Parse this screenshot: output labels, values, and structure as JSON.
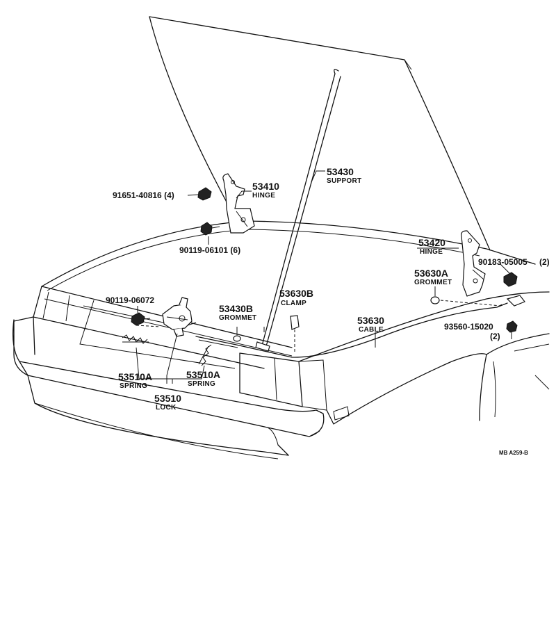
{
  "parts": {
    "support": {
      "number": "53430",
      "name": "SUPPORT"
    },
    "hinge_l": {
      "number": "53410",
      "name": "HINGE"
    },
    "hinge_r": {
      "number": "53420",
      "name": "HINGE"
    },
    "grommet_b": {
      "number": "53430B",
      "name": "GROMMET"
    },
    "clamp": {
      "number": "53630B",
      "name": "CLAMP"
    },
    "grommet_a": {
      "number": "53630A",
      "name": "GROMMET"
    },
    "cable": {
      "number": "53630",
      "name": "CABLE"
    },
    "spring_l": {
      "number": "53510A",
      "name": "SPRING"
    },
    "spring_r": {
      "number": "53510A",
      "name": "SPRING"
    },
    "lock": {
      "number": "53510",
      "name": "LOCK"
    }
  },
  "fasteners": {
    "bolt_hinge": "91651-40816 (4)",
    "nut_hinge": "90119-06101 (6)",
    "bolt_lock": "90119-06072",
    "clip_right": "90183-05005",
    "clip_right_qty": "(2)",
    "screw_right": "93560-15020",
    "screw_right_qty": "(2)"
  },
  "diagram_code": "MB  A259-B"
}
